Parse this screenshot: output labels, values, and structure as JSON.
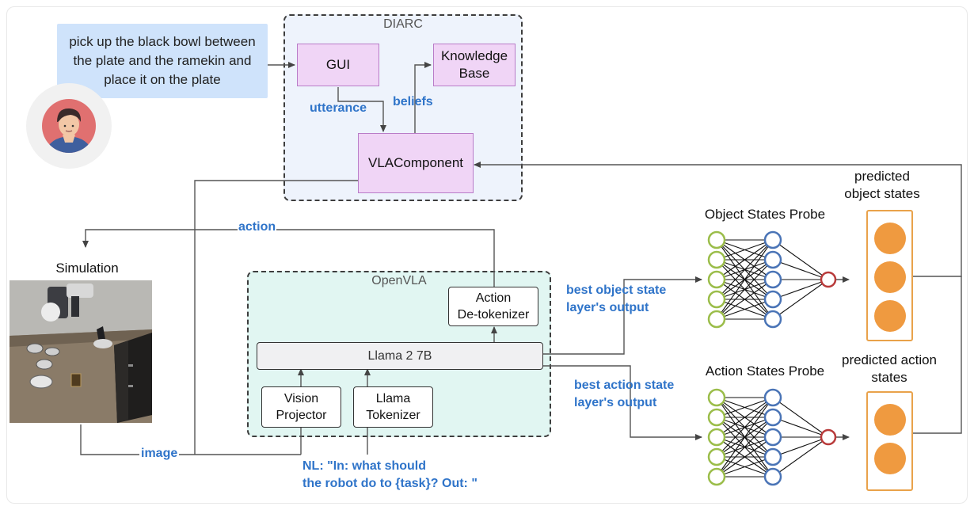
{
  "groups": {
    "diarc": "DIARC",
    "openvla": "OpenVLA"
  },
  "user_prompt": "pick up the black bowl between\nthe plate and the ramekin and\nplace it on the plate",
  "nodes": {
    "gui": "GUI",
    "knowledge_base": "Knowledge\nBase",
    "vla_component": "VLAComponent",
    "action_detokenizer": "Action\nDe-tokenizer",
    "llama": "Llama 2 7B",
    "vision_projector": "Vision\nProjector",
    "llama_tokenizer": "Llama\nTokenizer"
  },
  "edge_labels": {
    "utterance": "utterance",
    "beliefs": "beliefs",
    "action": "action",
    "image": "image",
    "nl_prompt": "NL: \"In: what should\nthe robot do to {task}? Out: \"",
    "best_object": "best object state\nlayer's output",
    "best_action": "best action state\nlayer's output"
  },
  "labels": {
    "simulation": "Simulation",
    "object_probe": "Object States Probe",
    "action_probe": "Action States Probe",
    "predicted_object": "predicted\nobject states",
    "predicted_action": "predicted action\nstates"
  },
  "colors": {
    "label_blue": "#2f74c9",
    "diarc_bg": "#eef3fc",
    "openvla_bg": "#e1f6f2",
    "pink_node": "#f0d5f6",
    "input_neuron": "#9bbd4a",
    "hidden_neuron": "#4a74b6",
    "output_neuron": "#b83a3a",
    "state_orange": "#ef9a40"
  },
  "icons": [
    "user-avatar-icon",
    "simulation-robot-image"
  ]
}
